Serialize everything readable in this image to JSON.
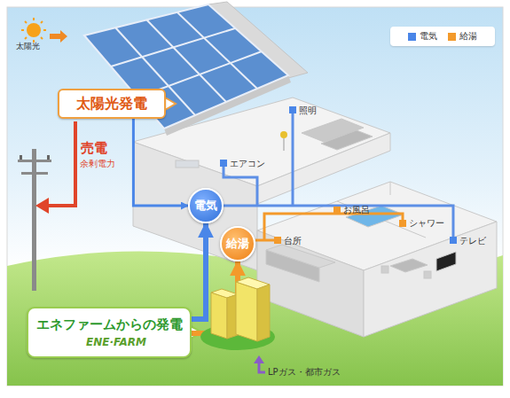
{
  "diagram": {
    "nodes": [
      {
        "text": [
          "太陽光発電"
        ]
      },
      {
        "text": [
          "電気"
        ]
      },
      {
        "text": [
          "給湯"
        ]
      },
      {
        "text": [
          "エネファームからの発電",
          "ENE·FARM"
        ]
      }
    ],
    "edges": [
      {
        "from": 0,
        "to": 1,
        "arrow": "to"
      },
      {
        "from": 3,
        "to": 1,
        "arrow": "to"
      },
      {
        "from": 3,
        "to": 2,
        "arrow": "to"
      }
    ],
    "labels": [
      "太陽光",
      "売電",
      "余剰電力",
      "照明",
      "エアコン",
      "お風呂",
      "シャワー",
      "台所",
      "テレビ",
      "LPガス・都市ガス"
    ],
    "legend": [
      {
        "text": "電気",
        "color": "#4a86e8"
      },
      {
        "text": "給湯",
        "color": "#f39a2b"
      }
    ]
  }
}
